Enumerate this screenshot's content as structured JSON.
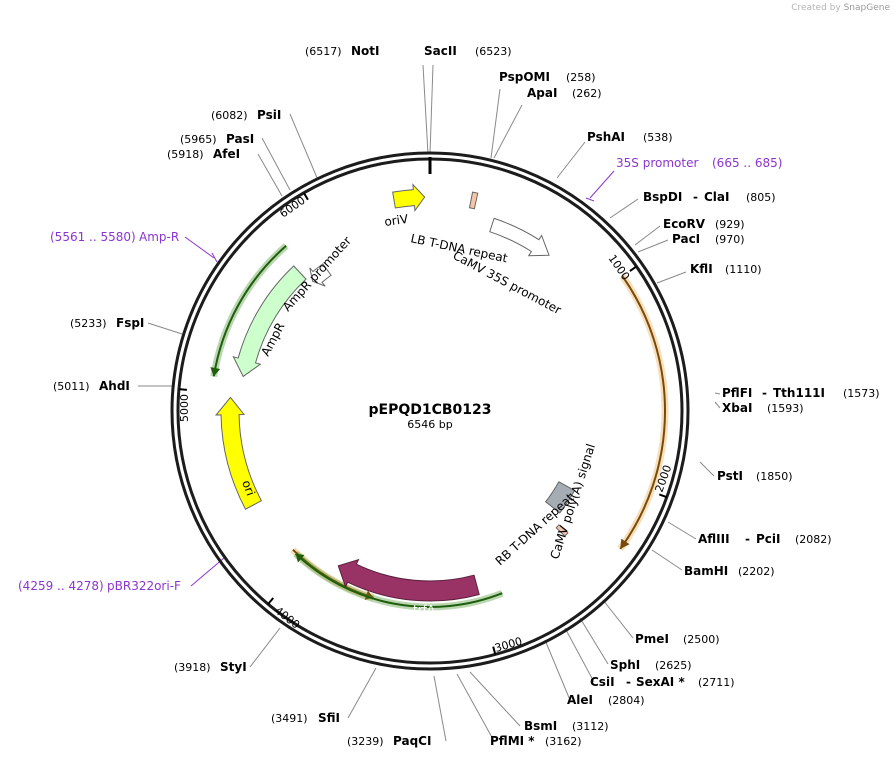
{
  "credit": {
    "prefix": "Created by",
    "brand": "SnapGene"
  },
  "plasmid": {
    "name": "pEPQD1CB0123",
    "size_label": "6546 bp",
    "length": 6546
  },
  "ticks": [
    "1000",
    "2000",
    "3000",
    "4000",
    "5000",
    "6000"
  ],
  "sites": [
    {
      "name": "NotI",
      "pos": "(6517)"
    },
    {
      "name": "SacII",
      "pos": "(6523)"
    },
    {
      "name": "PspOMI",
      "pos": "(258)"
    },
    {
      "name": "ApaI",
      "pos": "(262)"
    },
    {
      "name": "PshAI",
      "pos": "(538)"
    },
    {
      "name": "BspDI",
      "name2": "ClaI",
      "pos": "(805)"
    },
    {
      "name": "EcoRV",
      "pos": "(929)"
    },
    {
      "name": "PacI",
      "pos": "(970)"
    },
    {
      "name": "KflI",
      "pos": "(1110)"
    },
    {
      "name": "PflFI",
      "name2": "Tth111I",
      "pos": "(1573)"
    },
    {
      "name": "XbaI",
      "pos": "(1593)"
    },
    {
      "name": "PstI",
      "pos": "(1850)"
    },
    {
      "name": "AflIII",
      "name2": "PciI",
      "pos": "(2082)"
    },
    {
      "name": "BamHI",
      "pos": "(2202)"
    },
    {
      "name": "PmeI",
      "pos": "(2500)"
    },
    {
      "name": "SphI",
      "pos": "(2625)"
    },
    {
      "name": "CsiI",
      "name2": "SexAI *",
      "pos": "(2711)"
    },
    {
      "name": "AleI",
      "pos": "(2804)"
    },
    {
      "name": "BsmI",
      "pos": "(3112)"
    },
    {
      "name": "PflMI *",
      "pos": "(3162)"
    },
    {
      "name": "PaqCI",
      "pos": "(3239)"
    },
    {
      "name": "SfiI",
      "pos": "(3491)"
    },
    {
      "name": "StyI",
      "pos": "(3918)"
    },
    {
      "name": "AhdI",
      "pos": "(5011)"
    },
    {
      "name": "FspI",
      "pos": "(5233)"
    },
    {
      "name": "AfeI",
      "pos": "(5918)"
    },
    {
      "name": "PasI",
      "pos": "(5965)"
    },
    {
      "name": "PsiI",
      "pos": "(6082)"
    }
  ],
  "primers": [
    {
      "name": "35S promoter",
      "range": "(665 .. 685)"
    },
    {
      "name": "Amp-R",
      "range": "(5561 .. 5580)"
    },
    {
      "name": "pBR322ori-F",
      "range": "(4259 .. 4278)"
    }
  ],
  "features": [
    {
      "name": "oriV",
      "start": 6370,
      "end": 6520,
      "color": "#ffff00"
    },
    {
      "name": "LB T-DNA repeat",
      "start": 200,
      "end": 225,
      "color": "#f5c6a5"
    },
    {
      "name": "CaMV 35S promoter",
      "start": 335,
      "end": 680,
      "color": "#ffffff"
    },
    {
      "name": "AmpR promoter",
      "start": 5780,
      "end": 5890,
      "color": "#ffffff"
    },
    {
      "name": "AmpR",
      "start": 5100,
      "end": 5760,
      "color": "#ccffcc"
    },
    {
      "name": "ori",
      "start": 4400,
      "end": 4980,
      "color": "#ffff00"
    },
    {
      "name": "trfA",
      "start": 3000,
      "end": 3830,
      "color": "#993366"
    },
    {
      "name": "CaMV poly(A) signal",
      "start": 2160,
      "end": 2330,
      "color": "#a6acb3"
    },
    {
      "name": "RB T-DNA repeat",
      "start": 2390,
      "end": 2415,
      "color": "#f5c6a5"
    }
  ],
  "orfs": [
    {
      "start": 1000,
      "end": 2290,
      "color": "#e8a33d"
    },
    {
      "start": 5075,
      "end": 5800,
      "color": "#3a8c1f"
    },
    {
      "start": 3580,
      "end": 4085,
      "color": "#e8a33d"
    },
    {
      "start": 2880,
      "end": 4060,
      "color": "#3a8c1f"
    }
  ]
}
